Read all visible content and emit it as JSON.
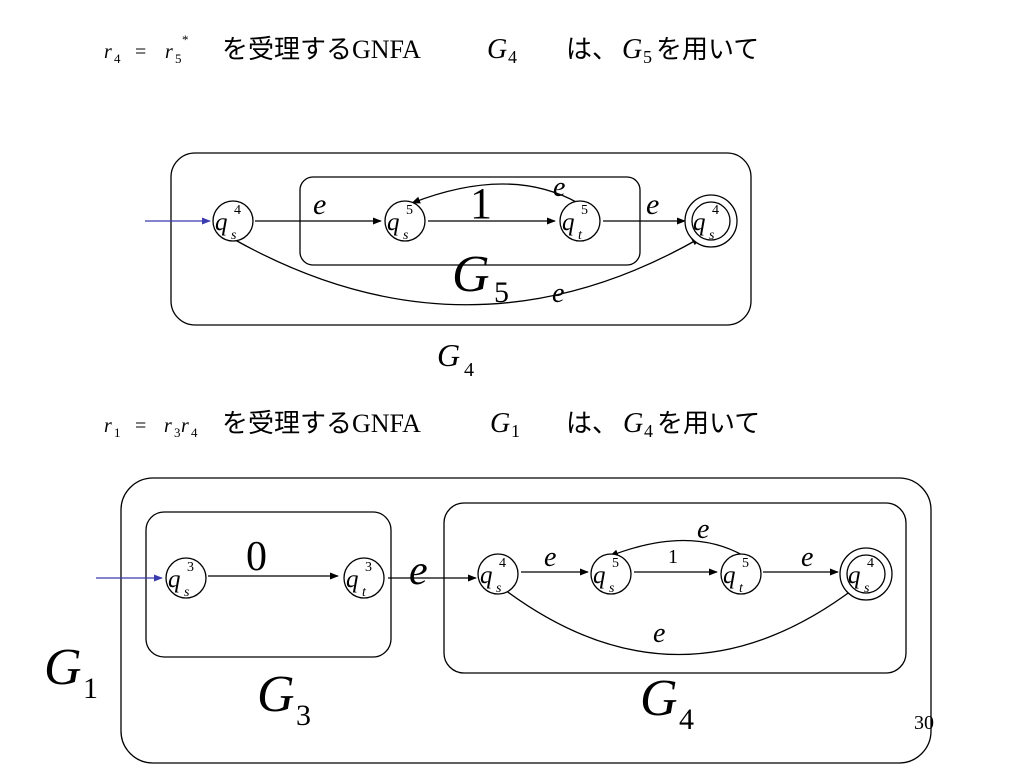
{
  "colors": {
    "start_arrow": "#3b3bb0",
    "ink": "#000000",
    "background": "#ffffff"
  },
  "headings": {
    "h1": {
      "lhs_r": "r",
      "lhs_sub": "4",
      "eq": "=",
      "rhs_r": "r",
      "rhs_sub": "5",
      "rhs_sup": "*",
      "text1": "を受理する",
      "gnfa": "GNFA",
      "g_name": "G",
      "g_sub": "4",
      "text2": "は、",
      "g2_name": "G",
      "g2_sub": "5",
      "text3": "を用いて"
    },
    "h2": {
      "lhs_r": "r",
      "lhs_sub": "1",
      "eq": "=",
      "rhs_r1": "r",
      "rhs_sub1": "3",
      "rhs_r2": "r",
      "rhs_sub2": "4",
      "text1": "を受理する",
      "gnfa": "GNFA",
      "g_name": "G",
      "g_sub": "1",
      "text2": "は、",
      "g2_name": "G",
      "g2_sub": "4",
      "text3": "を用いて"
    }
  },
  "diagram1": {
    "states": [
      {
        "q": "q",
        "sub": "s",
        "sup": "4"
      },
      {
        "q": "q",
        "sub": "s",
        "sup": "5"
      },
      {
        "q": "q",
        "sub": "t",
        "sup": "5"
      },
      {
        "q": "q",
        "sub": "s",
        "sup": "4"
      }
    ],
    "labels": {
      "e1": "e",
      "one": "1",
      "e_loop": "e",
      "e2": "e",
      "e_bottom": "e",
      "inner_name": "G",
      "inner_sub": "5",
      "outer_name": "G",
      "outer_sub": "4"
    }
  },
  "diagram2": {
    "states": [
      {
        "q": "q",
        "sub": "s",
        "sup": "3"
      },
      {
        "q": "q",
        "sub": "t",
        "sup": "3"
      },
      {
        "q": "q",
        "sub": "s",
        "sup": "4"
      },
      {
        "q": "q",
        "sub": "s",
        "sup": "5"
      },
      {
        "q": "q",
        "sub": "t",
        "sup": "5"
      },
      {
        "q": "q",
        "sub": "s",
        "sup": "4"
      }
    ],
    "labels": {
      "zero": "0",
      "e_join": "e",
      "e1": "e",
      "one": "1",
      "e_loop": "e",
      "e2": "e",
      "e_bottom": "e",
      "g3_name": "G",
      "g3_sub": "3",
      "g4_name": "G",
      "g4_sub": "4",
      "g1_name": "G",
      "g1_sub": "1"
    }
  },
  "page_number": "30"
}
